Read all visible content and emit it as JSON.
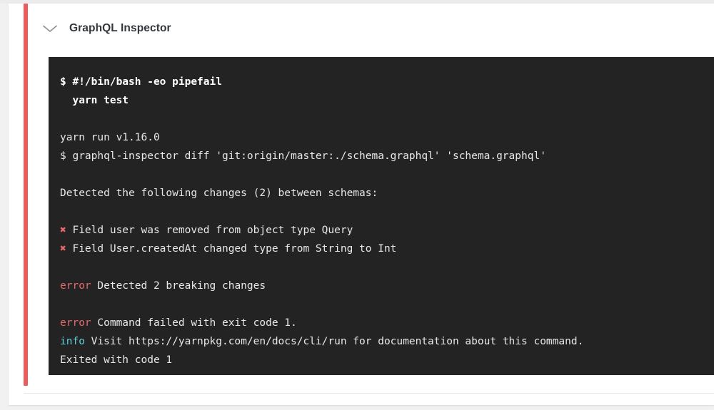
{
  "step": {
    "title": "GraphQL Inspector",
    "toggle_icon": "chevron-down-icon",
    "status_color": "#ef5b5b"
  },
  "log": {
    "background": "#232323",
    "text_color": "#e8e8e8",
    "error_color": "#e8696b",
    "info_color": "#5ecfd8",
    "lines": [
      {
        "type": "command",
        "text": "$ #!/bin/bash -eo pipefail"
      },
      {
        "type": "command",
        "text": "  yarn test"
      },
      {
        "type": "blank",
        "text": ""
      },
      {
        "type": "plain",
        "text": "yarn run v1.16.0"
      },
      {
        "type": "plain",
        "text": "$ graphql-inspector diff 'git:origin/master:./schema.graphql' 'schema.graphql'"
      },
      {
        "type": "blank",
        "text": ""
      },
      {
        "type": "plain",
        "text": "Detected the following changes (2) between schemas:"
      },
      {
        "type": "blank",
        "text": ""
      },
      {
        "type": "cross",
        "marker": "✖",
        "text": " Field user was removed from object type Query"
      },
      {
        "type": "cross",
        "marker": "✖",
        "text": " Field User.createdAt changed type from String to Int"
      },
      {
        "type": "blank",
        "text": ""
      },
      {
        "type": "error",
        "label": "error",
        "text": " Detected 2 breaking changes"
      },
      {
        "type": "blank",
        "text": ""
      },
      {
        "type": "error",
        "label": "error",
        "text": " Command failed with exit code 1."
      },
      {
        "type": "info",
        "label": "info",
        "text": " Visit https://yarnpkg.com/en/docs/cli/run for documentation about this command."
      },
      {
        "type": "plain",
        "text": "Exited with code 1"
      }
    ]
  }
}
